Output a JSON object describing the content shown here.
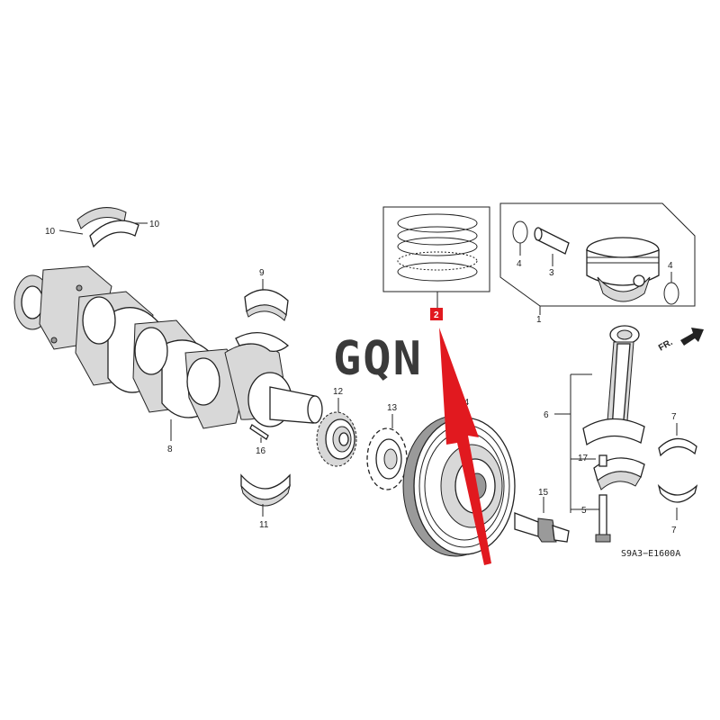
{
  "diagram": {
    "labels": {
      "crank_bearing_upper_left": "10",
      "crank_bearing_upper_right": "10",
      "thrust_washer": "9",
      "crankshaft": "8",
      "woodruff_key": "16",
      "lower_bearing": "11",
      "crank_sprocket": "12",
      "pulse_plate": "13",
      "pulley": "14",
      "pulley_bolt": "15",
      "ring_set": "2",
      "piston": "1",
      "piston_pin": "3",
      "pin_clip_left": "4",
      "pin_clip_right": "4",
      "connecting_rod": "6",
      "rod_bearing_upper": "7",
      "rod_bearing_lower": "7",
      "rod_nut": "17",
      "rod_bolt": "5"
    },
    "front_indicator": "FR.",
    "drawing_code": "S9A3−E1600A",
    "watermark": "GQN",
    "colors": {
      "highlight": "#e1191f",
      "line": "#222222",
      "shading": "#d8d8d8"
    }
  }
}
